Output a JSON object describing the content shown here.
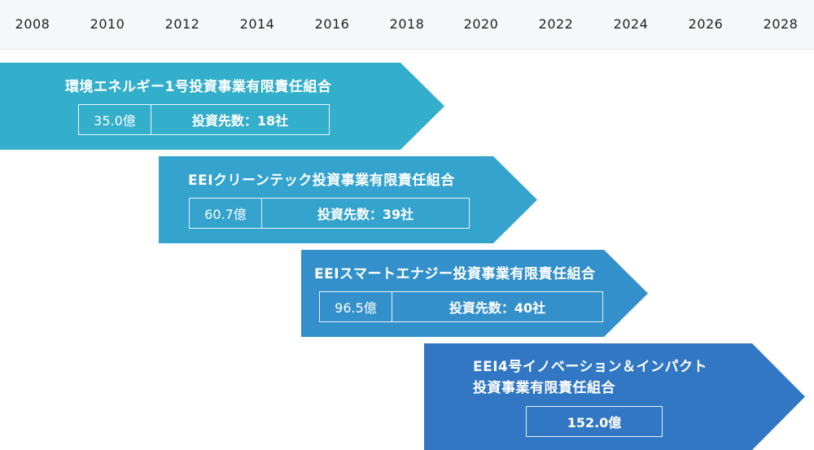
{
  "years": [
    "2008",
    "2010",
    "2012",
    "2014",
    "2016",
    "2018",
    "2020",
    "2022",
    "2024",
    "2026",
    "2028"
  ],
  "funds": [
    {
      "name": "環境エネルギー1号投資事業有限責任組合",
      "amount": "35.0億",
      "investees": "投資先数：18社",
      "color": "#33aecb"
    },
    {
      "name": "EEIクリーンテック投資事業有限責任組合",
      "amount": "60.7億",
      "investees": "投資先数：39社",
      "color": "#34a3ce"
    },
    {
      "name": "EEIスマートエナジー投資事業有限責任組合",
      "amount": "96.5億",
      "investees": "投資先数：40社",
      "color": "#3490cb"
    },
    {
      "name_line1": "EEI4号イノベーション＆インパクト",
      "name_line2": "投資事業有限責任組合",
      "amount": "152.0億",
      "color": "#3177c3"
    }
  ]
}
